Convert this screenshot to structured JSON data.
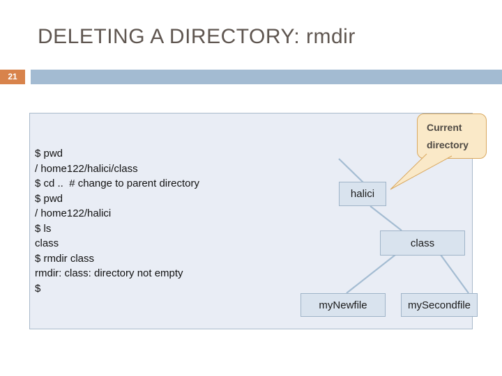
{
  "slide": {
    "title": "DELETING A DIRECTORY: rmdir",
    "page_number": "21"
  },
  "terminal": {
    "lines": [
      "$ pwd",
      "/ home122/halici/class",
      "$ cd ..  # change to parent directory",
      "$ pwd",
      "/ home122/halici",
      "$ ls",
      "class",
      "$ rmdir class",
      "rmdir: class: directory not empty",
      "$"
    ]
  },
  "diagram": {
    "nodes": [
      {
        "id": "halici",
        "label": "halici"
      },
      {
        "id": "class",
        "label": "class"
      },
      {
        "id": "myNewfile",
        "label": "myNewfile"
      },
      {
        "id": "mySecondfile",
        "label": "mySecondfile"
      }
    ],
    "callout": {
      "text": "Current directory"
    }
  },
  "colors": {
    "accent_orange": "#D8834B",
    "bar_blue": "#A3BBD2",
    "panel_fill": "#E9EDF5",
    "panel_border": "#A9BACB",
    "node_fill": "#D9E3EE",
    "node_border": "#9FB4C8",
    "connector": "#A4BCD2",
    "callout_fill": "#FAE9C8",
    "callout_border": "#D9A85F",
    "callout_text": "#4E4943",
    "title_color": "#5F5650"
  }
}
